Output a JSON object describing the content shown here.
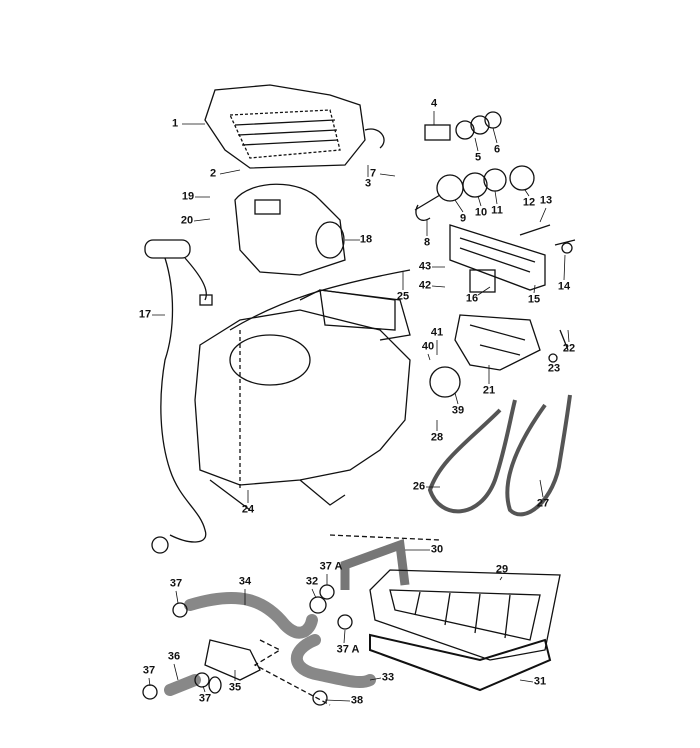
{
  "diagram": {
    "callouts": [
      "1",
      "2",
      "3",
      "4",
      "5",
      "6",
      "7",
      "8",
      "9",
      "10",
      "11",
      "12",
      "13",
      "14",
      "15",
      "16",
      "17",
      "18",
      "19",
      "20",
      "21",
      "22",
      "23",
      "24",
      "25",
      "26",
      "27",
      "28",
      "29",
      "30",
      "31",
      "32",
      "33",
      "34",
      "35",
      "36",
      "37",
      "37",
      "37",
      "37 A",
      "37 A",
      "38",
      "39",
      "40",
      "41",
      "42",
      "43"
    ]
  }
}
